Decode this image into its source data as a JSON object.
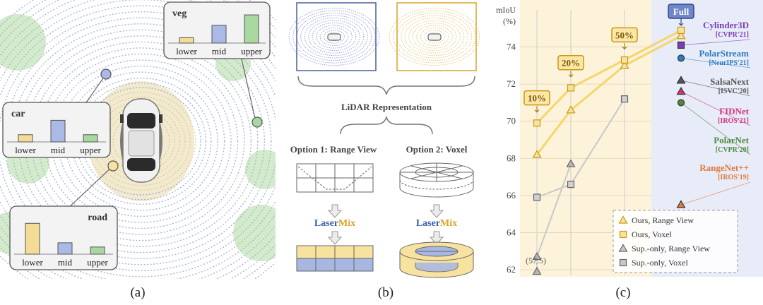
{
  "panel_a": {
    "caption": "(a)",
    "cards": [
      {
        "title": "veg",
        "bars": [
          {
            "label": "lower",
            "value": 0.18
          },
          {
            "label": "mid",
            "value": 0.6
          },
          {
            "label": "upper",
            "value": 0.95
          }
        ]
      },
      {
        "title": "car",
        "bars": [
          {
            "label": "lower",
            "value": 0.3
          },
          {
            "label": "mid",
            "value": 0.9
          },
          {
            "label": "upper",
            "value": 0.3
          }
        ]
      },
      {
        "title": "road",
        "bars": [
          {
            "label": "lower",
            "value": 0.95
          },
          {
            "label": "mid",
            "value": 0.35
          },
          {
            "label": "upper",
            "value": 0.22
          }
        ]
      }
    ],
    "colors": {
      "lower": "#f5dc96",
      "mid": "#aab9e6",
      "upper": "#a8d8a0",
      "road_point": "#e8d9a8",
      "scan": "#8c9bd2",
      "veg_point": "#9ed08e"
    }
  },
  "panel_b": {
    "caption": "(b)",
    "representation_label": "LiDAR Representation",
    "option1_label": "Option 1: Range View",
    "option2_label": "Option 2: Voxel",
    "lasermix_laser": "Laser",
    "lasermix_mix": "Mix",
    "colors": {
      "laser": "#3b5fa8",
      "mix": "#d9a426",
      "yellow": "#f7e2a0",
      "blue": "#a8b6e2"
    }
  },
  "panel_c": {
    "caption": "(c)",
    "y_title": "mIoU",
    "y_unit": "(%)",
    "badge_full": "Full",
    "badges": [
      "10%",
      "20%",
      "50%"
    ],
    "start_annotation": "(57.5)",
    "methods": [
      {
        "name": "Cylinder3D",
        "venue": "[CVPR'21]",
        "color": "#7a3db8",
        "marker": "square",
        "y": 74.1
      },
      {
        "name": "PolarStream",
        "venue": "[NeurIPS'21]",
        "color": "#2a7dc4",
        "marker": "circle",
        "y": 73.4
      },
      {
        "name": "SalsaNext",
        "venue": "[ISVC'20]",
        "color": "#555555",
        "marker": "triangle",
        "y": 72.2
      },
      {
        "name": "FIDNet",
        "venue": "[IROS'21]",
        "color": "#d6337a",
        "marker": "triangle",
        "y": 71.6
      },
      {
        "name": "PolarNet",
        "venue": "[CVPR'20]",
        "color": "#4e8a3c",
        "marker": "circle",
        "y": 71.0
      },
      {
        "name": "RangeNet++",
        "venue": "[IROS'19]",
        "color": "#e07a3a",
        "marker": "triangle",
        "y": 65.5
      }
    ],
    "legend": [
      {
        "label": "Ours, Range View",
        "marker": "triangle",
        "color": "#f0c419"
      },
      {
        "label": "Ours, Voxel",
        "marker": "square",
        "color": "#f0c419"
      },
      {
        "label": "Sup.-only, Range View",
        "marker": "triangle",
        "color": "#9a9a9a"
      },
      {
        "label": "Sup.-only, Voxel",
        "marker": "square",
        "color": "#9a9a9a"
      }
    ]
  },
  "chart_data": {
    "type": "line",
    "title": "",
    "xlabel": "",
    "ylabel": "mIoU (%)",
    "x": [
      "(57.5)",
      "10%",
      "20%",
      "50%",
      "Full"
    ],
    "ylim": [
      62,
      76
    ],
    "yticks": [
      62,
      64,
      66,
      68,
      70,
      72,
      74
    ],
    "series": [
      {
        "name": "Ours, Range View",
        "values": [
          null,
          68.2,
          70.6,
          73.0,
          74.6
        ]
      },
      {
        "name": "Ours, Voxel",
        "values": [
          null,
          69.9,
          71.8,
          73.3,
          74.9
        ]
      },
      {
        "name": "Sup.-only, Range View",
        "values": [
          61.9,
          62.7,
          67.7,
          null,
          null
        ]
      },
      {
        "name": "Sup.-only, Voxel",
        "values": [
          null,
          65.9,
          66.6,
          71.2,
          null
        ]
      }
    ],
    "grid": true,
    "legend_position": "bottom-right"
  }
}
